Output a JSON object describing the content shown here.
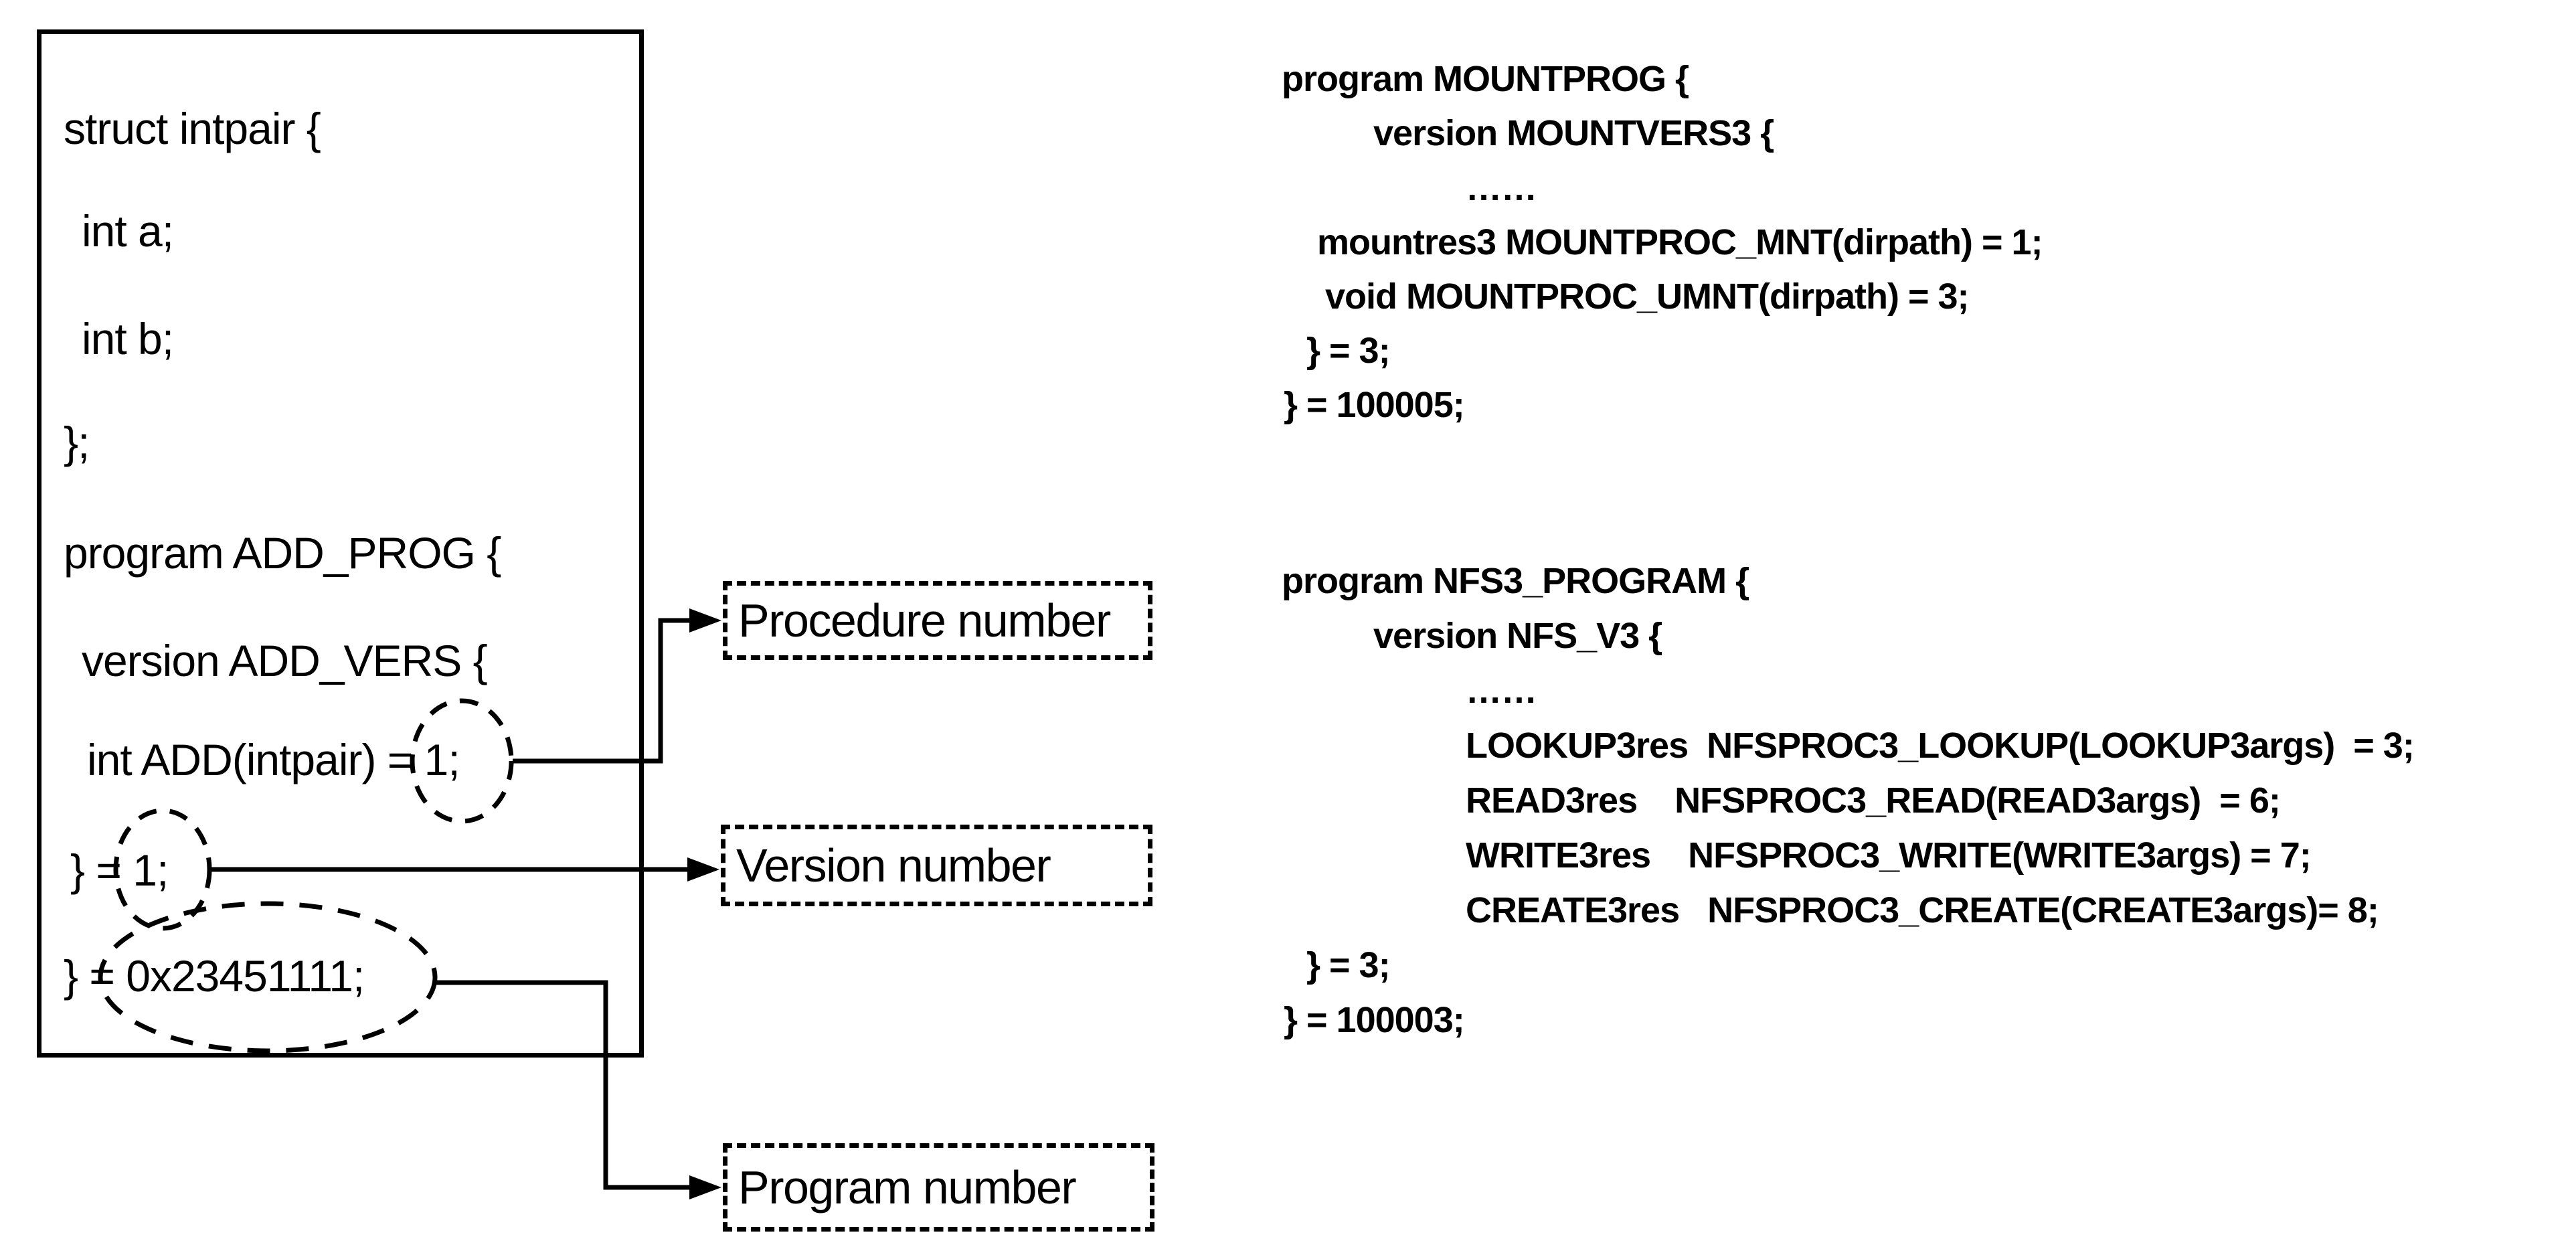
{
  "figure": {
    "left_box": {
      "lines": [
        "struct intpair {",
        "int a;",
        "int b;",
        "};",
        "program ADD_PROG {",
        "version ADD_VERS {",
        "int ADD(intpair) = 1;",
        "} = 1;",
        "} = 0x23451111;"
      ]
    },
    "annotations": [
      {
        "label": "Procedure number",
        "circled_value": "1;"
      },
      {
        "label": "Version number",
        "circled_value": "1;"
      },
      {
        "label": "Program number",
        "circled_value": "0x23451111;"
      }
    ],
    "right_code_blocks": [
      {
        "lines": [
          "program MOUNTPROG {",
          "version MOUNTVERS3 {",
          "……",
          "mountres3 MOUNTPROC_MNT(dirpath) = 1;",
          "void MOUNTPROC_UMNT(dirpath) = 3;",
          "} = 3;",
          "} = 100005;"
        ]
      },
      {
        "lines": [
          "program NFS3_PROGRAM {",
          "version NFS_V3 {",
          "……",
          "LOOKUP3res  NFSPROC3_LOOKUP(LOOKUP3args)  = 3;",
          "READ3res    NFSPROC3_READ(READ3args)  = 6;",
          "WRITE3res    NFSPROC3_WRITE(WRITE3args) = 7;",
          "CREATE3res   NFSPROC3_CREATE(CREATE3args)= 8;",
          "} = 3;",
          "} = 100003;"
        ]
      }
    ],
    "colors": {
      "ink": "#000000",
      "background": "#ffffff"
    }
  }
}
